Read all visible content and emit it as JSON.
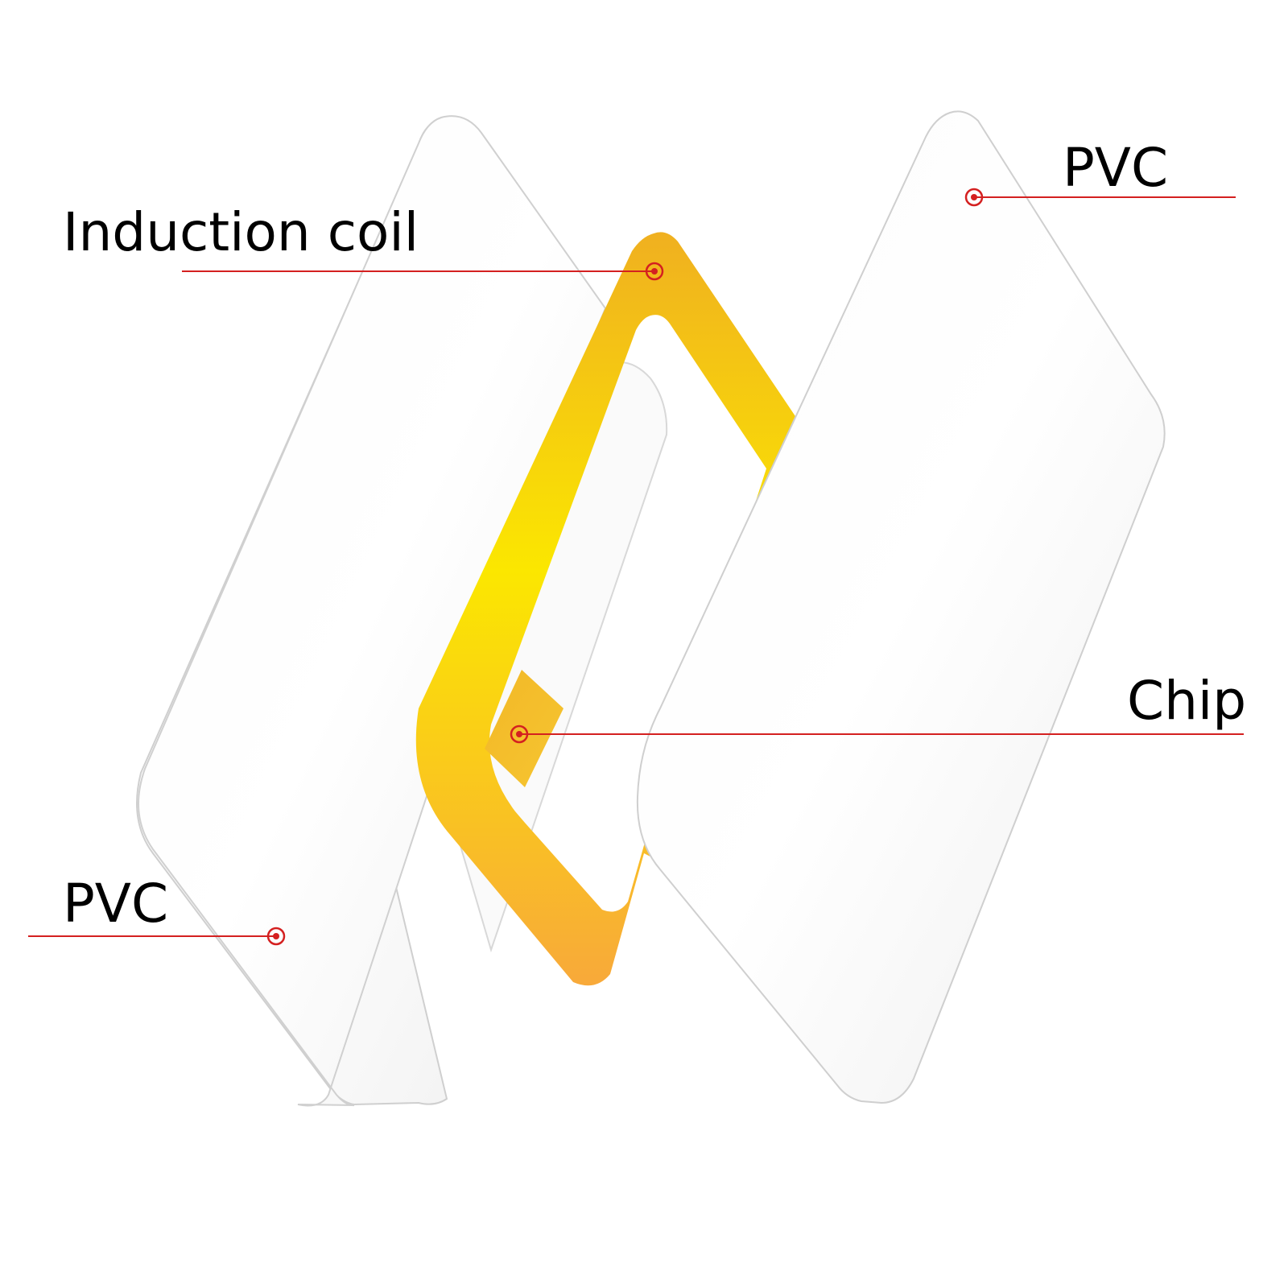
{
  "labels": {
    "induction_coil": "Induction coil",
    "pvc_top": "PVC",
    "chip": "Chip",
    "pvc_bottom": "PVC"
  },
  "colors": {
    "leader_line": "#d42020",
    "coil_yellow": "#f6d800",
    "coil_orange": "#f5a623",
    "card_fill": "#f7f7f7",
    "card_edge": "#c8c8c8"
  }
}
